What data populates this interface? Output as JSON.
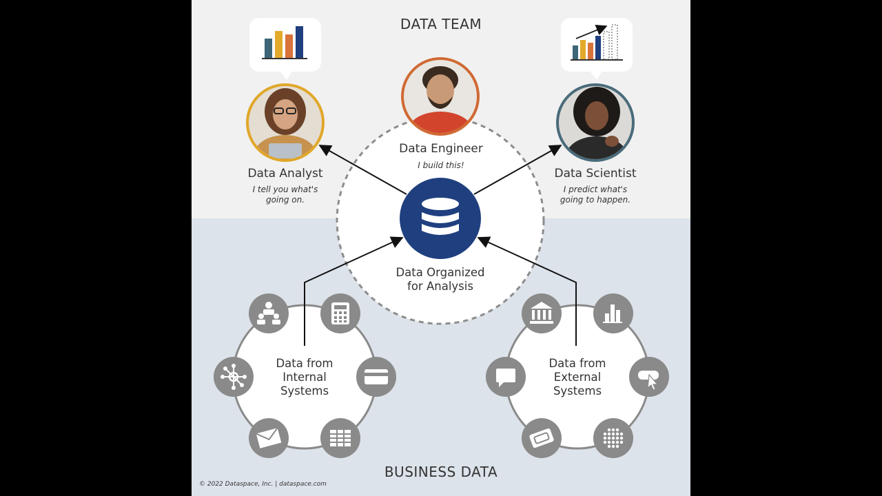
{
  "sections": {
    "top_title": "DATA TEAM",
    "bottom_title": "BUSINESS DATA"
  },
  "roles": {
    "analyst": {
      "name": "Data Analyst",
      "quote_line1": "I tell you what's",
      "quote_line2": "going on."
    },
    "engineer": {
      "name": "Data Engineer",
      "quote": "I build this!"
    },
    "scientist": {
      "name": "Data Scientist",
      "quote_line1": "I predict what's",
      "quote_line2": "going to happen."
    }
  },
  "hub": {
    "line1": "Data Organized",
    "line2": "for Analysis",
    "icon": "database-icon"
  },
  "internal": {
    "line1": "Data from",
    "line2": "Internal",
    "line3": "Systems",
    "icons": [
      "org-chart-icon",
      "calculator-icon",
      "credit-card-icon",
      "spreadsheet-icon",
      "email-icon",
      "network-icon"
    ]
  },
  "external": {
    "line1": "Data from",
    "line2": "External",
    "line3": "Systems",
    "icons": [
      "bank-icon",
      "bar-chart-icon",
      "click-icon",
      "dots-grid-icon",
      "ticket-icon",
      "chat-icon"
    ]
  },
  "footer": {
    "copyright": "© 2022 Dataspace, Inc.  |  dataspace.com"
  },
  "colors": {
    "top_band": "#f1f1f1",
    "bottom_band": "#dde3ea",
    "hub_blue": "#1f3f7f",
    "icon_gray": "#8a8a8a",
    "analyst_ring": "#e0a72a",
    "engineer_ring": "#d06a34",
    "scientist_ring": "#4a6b7a",
    "bar_teal": "#3d6677",
    "bar_yellow": "#e3a92b",
    "bar_orange": "#d9733a",
    "bar_blue": "#1f3f7f"
  }
}
